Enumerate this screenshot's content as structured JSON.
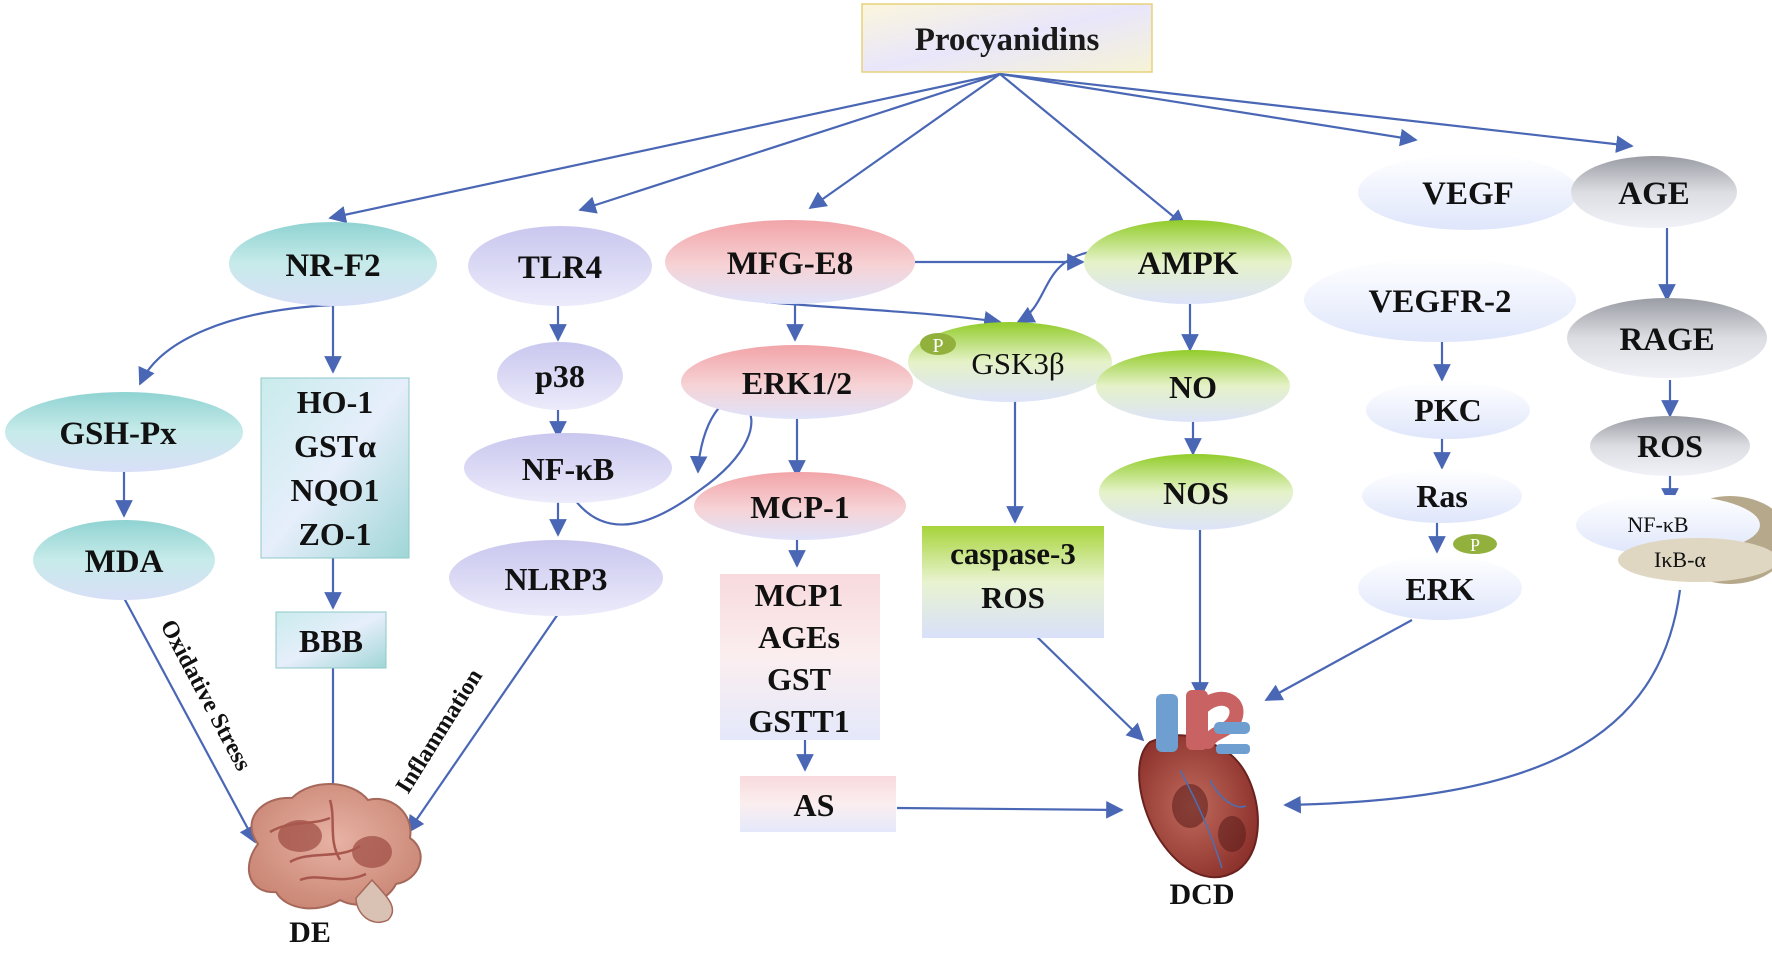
{
  "title": "Procyanidins",
  "nodes": {
    "nrf2": "NR-F2",
    "gshpx": "GSH-Px",
    "mda": "MDA",
    "ho1_block": [
      "HO-1",
      "GSTα",
      "NQO1",
      "ZO-1"
    ],
    "bbb": "BBB",
    "tlr4": "TLR4",
    "p38": "p38",
    "nfkb": "NF-κB",
    "nlrp3": "NLRP3",
    "mfge8": "MFG-E8",
    "erk12": "ERK1/2",
    "mcp1": "MCP-1",
    "mcp_block": [
      "MCP1",
      "AGEs",
      "GST",
      "GSTT1"
    ],
    "as": "AS",
    "gsk3b": "GSK3β",
    "phospho": "P",
    "caspase_block": [
      "caspase-3",
      "ROS"
    ],
    "ampk": "AMPK",
    "no": "NO",
    "nos": "NOS",
    "vegf": "VEGF",
    "vegfr2": "VEGFR-2",
    "pkc": "PKC",
    "ras": "Ras",
    "erk": "ERK",
    "age": "AGE",
    "rage": "RAGE",
    "ros": "ROS",
    "nfkb2": "NF-κB",
    "ikba": "IκB-α"
  },
  "pathway_labels": {
    "oxidative": "Oxidative Stress",
    "inflammation": "Inflammation"
  },
  "outcomes": {
    "de": "DE",
    "dcd": "DCD"
  },
  "colors": {
    "arrow": "#4a67b5",
    "teal": "#8fd3d2",
    "lavender": "#c9c7ee",
    "pink": "#f2a4a8",
    "green": "#92cc2a",
    "grey": "#a4a6ad",
    "sky": "#dfe6fb"
  },
  "icons": [
    "brain-icon",
    "heart-icon"
  ]
}
